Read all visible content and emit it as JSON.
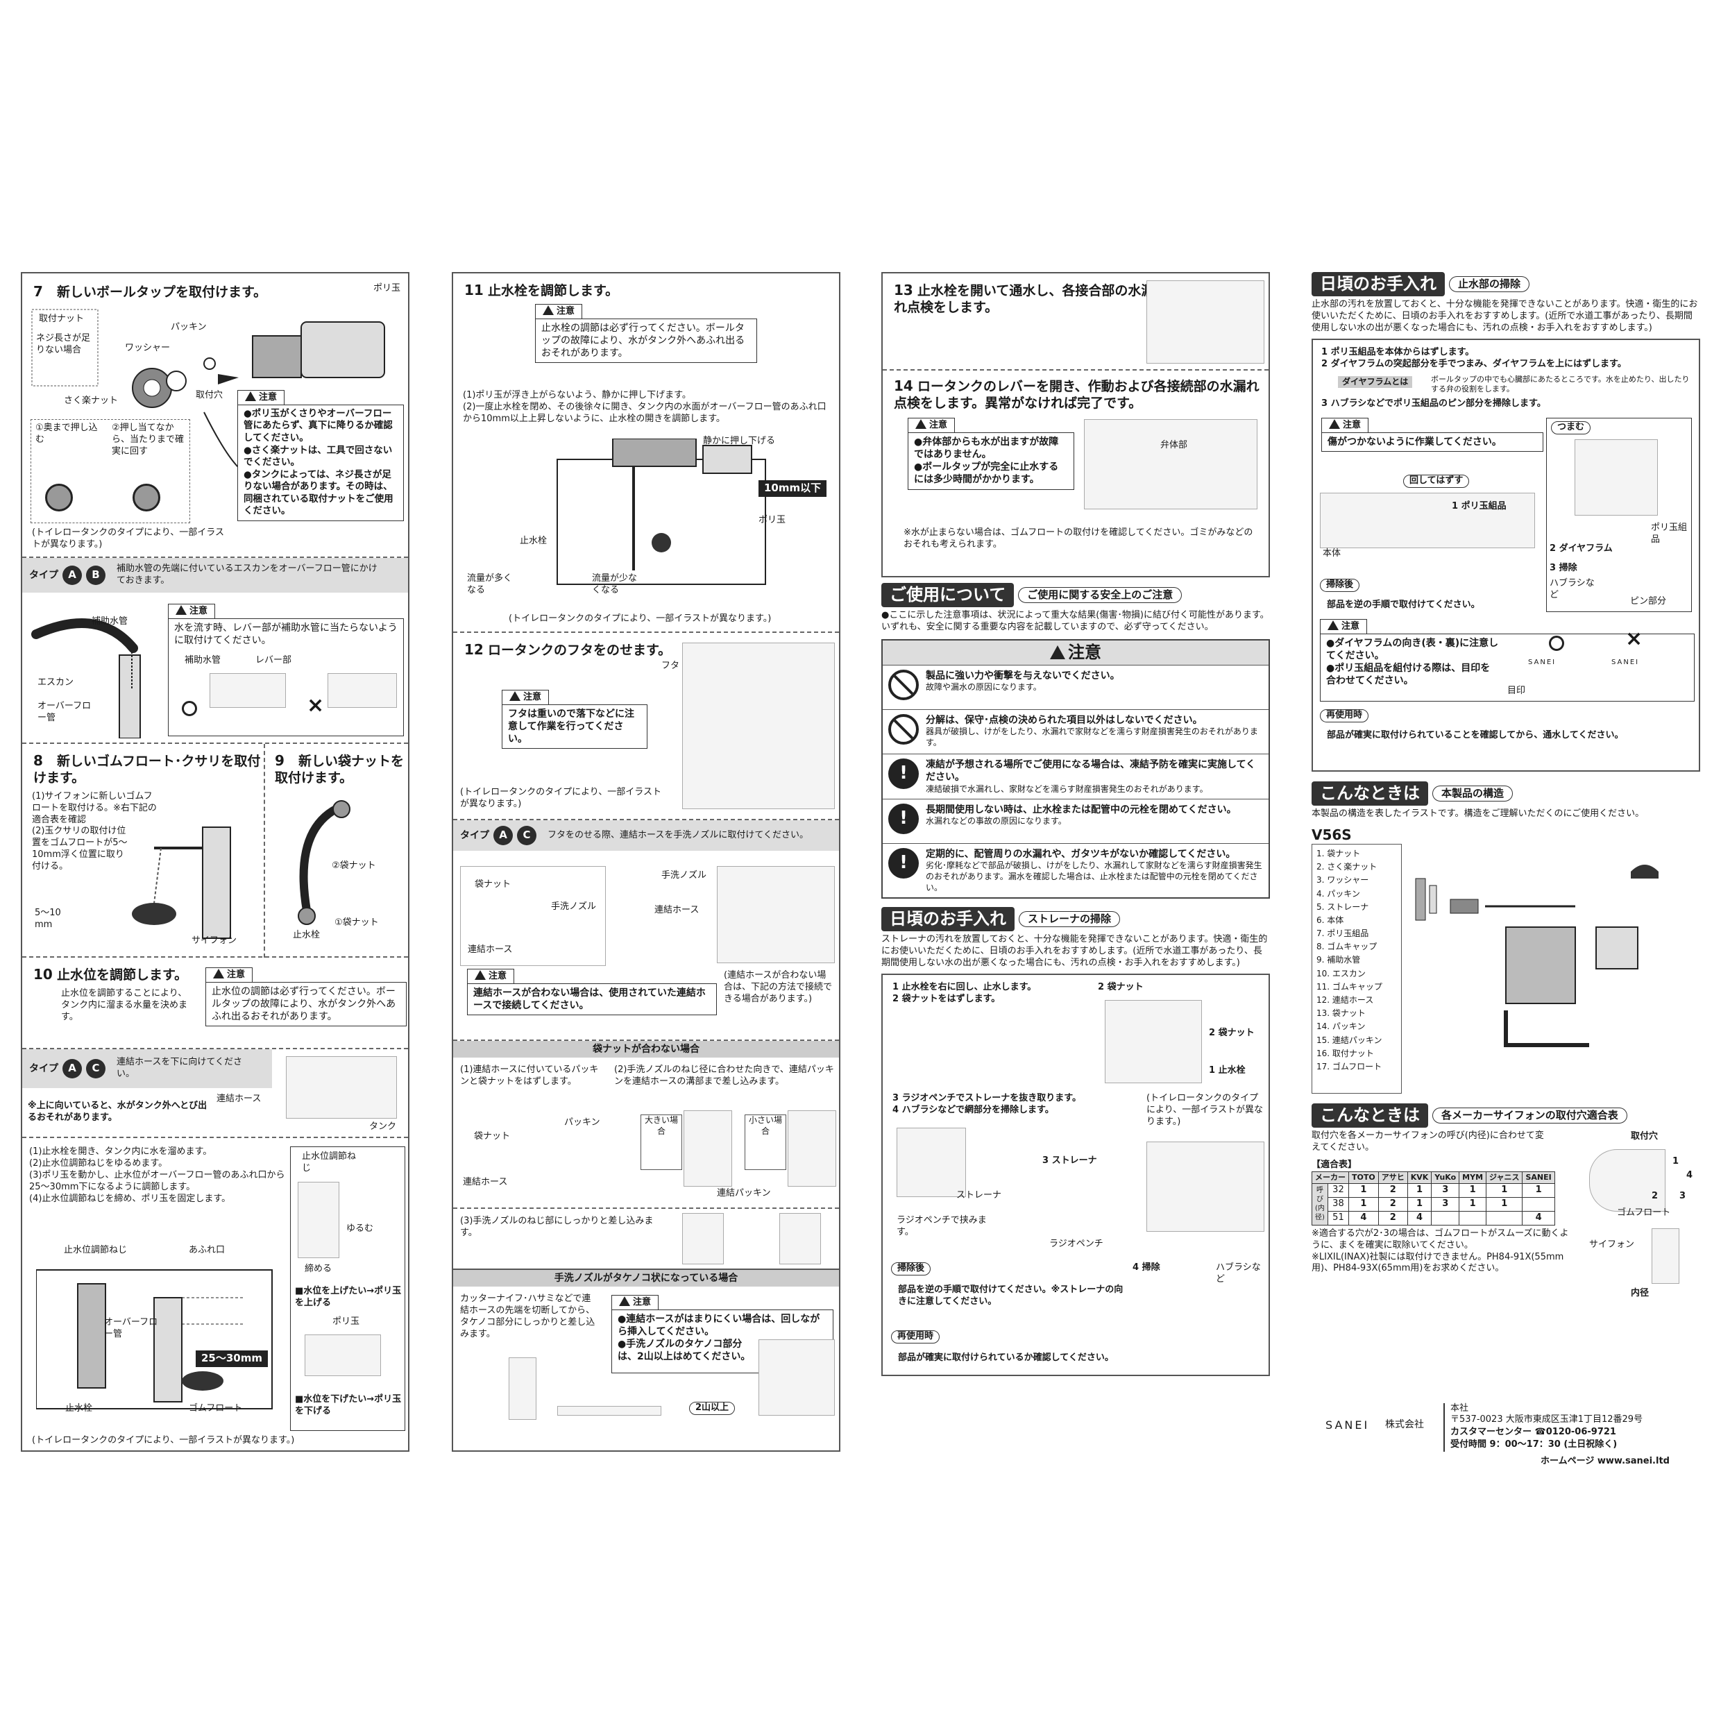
{
  "col1": {
    "s7": {
      "num": "7",
      "title": "新しいボールタップを取付けます。",
      "labels": [
        "取付ナット",
        "ネジ長さが足りない場合",
        "さく楽ナット",
        "パッキン",
        "ワッシャー",
        "取付穴",
        "ポリ玉"
      ],
      "step1": "①奥まで押し込む",
      "step2": "②押し当てなから、当たりまで確実に回す",
      "note_head": "注意",
      "note_lines": [
        "●ポリ玉がくさりやオーバーフロー管にあたらず、真下に降りるか確認してください。",
        "●さく楽ナットは、工具で回さないでください。",
        "●タンクによっては、ネジ長さが足りない場合があります。その時は、同梱されている取付ナットをご使用ください。"
      ],
      "footnote": "(トイレロータンクのタイプにより、一部イラストが異なります。)"
    },
    "typeAB": {
      "label": "タイプ",
      "b1": "A",
      "b2": "B",
      "text": "補助水管の先端に付いているエスカンをオーバーフロー管にかけておきます。",
      "note_head": "注意",
      "note": "水を流す時、レバー部が補助水管に当たらないように取付けてください。",
      "labels": [
        "補助水管",
        "エスカン",
        "オーバーフロー管",
        "補助水管",
        "レバー部"
      ]
    },
    "s8": {
      "num": "8",
      "title": "新しいゴムフロート･クサリを取付けます。",
      "lines": [
        "(1)サイフォンに新しいゴムフロートを取付ける。※右下記の適合表を確認",
        "(2)玉クサリの取付け位置をゴムフロートが5～10mm浮く位置に取り付ける。"
      ],
      "labels": [
        "5～10 mm",
        "サイフォン"
      ]
    },
    "s9": {
      "num": "9",
      "title": "新しい袋ナットを取付けます。",
      "labels": [
        "②袋ナット",
        "止水栓",
        "①袋ナット"
      ]
    },
    "s10": {
      "num": "10",
      "title": "止水位を調節します。",
      "text": "止水位を調節することにより、タンク内に溜まる水量を決めます。",
      "note_head": "注意",
      "note": "止水位の調節は必ず行ってください。ボールタップの故障により、水がタンク外へあふれ出るおそれがあります。"
    },
    "typeAC": {
      "label": "タイプ",
      "b1": "A",
      "b2": "C",
      "text": "連結ホースを下に向けてください。",
      "warn": "※上に向いていると、水がタンク外へとび出るおそれがあります。",
      "labels": [
        "連結ホース",
        "タンク"
      ]
    },
    "s10b": {
      "lines": [
        "(1)止水栓を開き、タンク内に水を溜めます。",
        "(2)止水位調節ねじをゆるめます。",
        "(3)ポリ玉を動かし、止水位がオーバーフロー管のあふれ口から25～30mm下になるように調節します。",
        "(4)止水位調節ねじを締め、ポリ玉を固定します。"
      ],
      "labels": [
        "止水位調節ねじ",
        "あふれ口",
        "オーバーフロー管",
        "25～30mm",
        "止水栓",
        "ゴムフロート",
        "止水位調節ねじ",
        "ゆるむ",
        "締める",
        "ポリ玉"
      ],
      "up": "■水位を上げたい→ポリ玉を上げる",
      "down": "■水位を下げたい→ポリ玉を下げる",
      "footnote": "(トイレロータンクのタイプにより、一部イラストが異なります。)"
    }
  },
  "col2": {
    "s11": {
      "num": "11",
      "title": "止水栓を調節します。",
      "note_head": "注意",
      "note": "止水栓の調節は必ず行ってください。ボールタップの故障により、水がタンク外へあふれ出るおそれがあります。",
      "lines": [
        "(1)ポリ玉が浮き上がらないよう、静かに押し下げます。",
        "(2)一度止水栓を閉め、その後徐々に開き、タンク内の水面がオーバーフロー管のあふれ口から10mm以上上昇しないように、止水栓の開きを調節します。"
      ],
      "labels": [
        "静かに押し下げる",
        "10mm以下",
        "ポリ玉",
        "止水栓",
        "流量が多くなる",
        "流量が少なくなる"
      ],
      "footnote": "(トイレロータンクのタイプにより、一部イラストが異なります。)"
    },
    "s12": {
      "num": "12",
      "title": "ロータンクのフタをのせます。",
      "note_head": "注意",
      "note": "フタは重いので落下などに注意して作業を行ってください。",
      "labels": [
        "フタ"
      ],
      "footnote": "(トイレロータンクのタイプにより、一部イラストが異なります。)"
    },
    "typeAC": {
      "label": "タイプ",
      "b1": "A",
      "b2": "C",
      "text": "フタをのせる際、連結ホースを手洗ノズルに取付けてください。",
      "labels": [
        "袋ナット",
        "手洗ノズル",
        "連結ホース",
        "手洗ノズル",
        "連結ホース"
      ],
      "note_head": "注意",
      "note": "連結ホースが合わない場合は、使用されていた連結ホースで接続してください。",
      "side": "(連結ホースが合わない場合は、下記の方法で接続できる場合があります。)"
    },
    "nut": {
      "bar": "袋ナットが合わない場合",
      "l1": "(1)連結ホースに付いているパッキンと袋ナットをはずします。",
      "l2": "(2)手洗ノズルのねじ径に合わせた向きで、連結パッキンを連結ホースの溝部まで差し込みます。",
      "labels": [
        "パッキン",
        "袋ナット",
        "連結ホース",
        "大きい場合",
        "小さい場合",
        "連結パッキン"
      ],
      "l3": "(3)手洗ノズルのねじ部にしっかりと差し込みます。"
    },
    "bamboo": {
      "bar": "手洗ノズルがタケノコ状になっている場合",
      "text": "カッターナイフ･ハサミなどで連結ホースの先端を切断してから、タケノコ部分にしっかりと差し込みます。",
      "note_head": "注意",
      "note": [
        "●連結ホースがはまりにくい場合は、回しながら挿入してください。",
        "●手洗ノズルのタケノコ部分は、2山以上はめてください。"
      ],
      "label": "2山以上"
    }
  },
  "col3": {
    "s13": {
      "num": "13",
      "title": "止水栓を開いて通水し、各接合部の水漏れ点検をします。"
    },
    "s14": {
      "num": "14",
      "title": "ロータンクのレバーを開き、作動および各接続部の水漏れ点検をします。異常がなければ完了です。",
      "note_head": "注意",
      "note": [
        "●弁体部からも水が出ますが故障ではありません。",
        "●ボールタップが完全に止水するには多少時間がかかります。"
      ],
      "label": "弁体部",
      "foot": "※水が止まらない場合は、ゴムフロートの取付けを確認してください。ゴミがみなどのおそれも考えられます。"
    },
    "usage": {
      "main": "ご使用について",
      "sub": "ご使用に関する安全上のご注意",
      "text": "●ここに示した注意事項は、状況によって重大な結果(傷害･物損)に結び付く可能性があります。いずれも、安全に関する重要な内容を記載していますので、必ず守ってください。",
      "caution_title": "注意",
      "rows": [
        {
          "t": "製品に強い力や衝撃を与えないでください。",
          "s": "故障や漏水の原因になります。"
        },
        {
          "t": "分解は、保守･点検の決められた項目以外はしないでください。",
          "s": "器具が破損し、けがをしたり、水漏れで家財などを濡らす財産損害発生のおそれがあります。"
        },
        {
          "t": "凍結が予想される場所でご使用になる場合は、凍結予防を確実に実施してください。",
          "s": "凍結破損で水漏れし、家財などを濡らす財産損害発生のおそれがあります。"
        },
        {
          "t": "長期間使用しない時は、止水栓または配管中の元栓を閉めてください。",
          "s": "水漏れなどの事故の原因になります。"
        },
        {
          "t": "定期的に、配管周りの水漏れや、ガタツキがないか確認してください。",
          "s": "劣化･摩耗などで部品が破損し、けがをしたり、水漏れして家財などを濡らす財産損害発生のおそれがあります。漏水を確認した場合は、止水栓または配管中の元栓を閉めてください。"
        }
      ]
    },
    "strainer": {
      "main": "日頃のお手入れ",
      "sub": "ストレーナの掃除",
      "text": "ストレーナの汚れを放置しておくと、十分な機能を発揮できないことがあります。快適・衛生的にお使いいただくために、日頃のお手入れをおすすめします。(近所で水道工事があったり、長期間使用しない水の出が悪くなった場合にも、汚れの点検・お手入れをおすすめします。)",
      "steps": [
        "1 止水栓を右に回し、止水します。",
        "2 袋ナットをはずします。",
        "3 ラジオペンチでストレーナを抜き取ります。",
        "4 ハブラシなどで網部分を掃除します。"
      ],
      "labels": [
        "2 袋ナット",
        "2 袋ナット",
        "1 止水栓",
        "(トイレロータンクのタイプにより、一部イラストが異なります。)",
        "3 ストレーナ",
        "ストレーナ",
        "ラジオペンチで挟みます。",
        "ラジオペンチ",
        "4 掃除",
        "ハブラシなど"
      ],
      "after_h": "掃除後",
      "after": "部品を逆の手順で取付けてください。※ストレーナの向きに注意してください。",
      "reuse_h": "再使用時",
      "reuse": "部品が確実に取付けられているか確認してください。"
    }
  },
  "col4": {
    "care": {
      "main": "日頃のお手入れ",
      "sub": "止水部の掃除",
      "text": "止水部の汚れを放置しておくと、十分な機能を発揮できないことがあります。快適・衛生的にお使いいただくために、日頃のお手入れをおすすめします。(近所で水道工事があったり、長期間使用しない水の出が悪くなった場合にも、汚れの点検・お手入れをおすすめします。)",
      "steps": [
        "1 ポリ玉組品を本体からはずします。",
        "2 ダイヤフラムの突起部分を手でつまみ、ダイヤフラムを上にはずします。",
        "3 ハブラシなどでポリ玉組品のピン部分を掃除します。"
      ],
      "diaphragm_h": "ダイヤフラムとは",
      "diaphragm": "ボールタップの中でも心臓部にあたるところです。水を止めたり、出したりする弁の役割をします。",
      "note_head": "注意",
      "note": "傷がつかないように作業してください。",
      "labels": [
        "つまむ",
        "回してはずす",
        "ポリ玉組品",
        "本体",
        "1 ポリ玉組品",
        "2 ダイヤフラム",
        "3 掃除",
        "ハブラシなど",
        "ピン部分"
      ],
      "after_h": "掃除後",
      "after": "部品を逆の手順で取付けてください。",
      "note2_head": "注意",
      "note2": [
        "●ダイヤフラムの向き(表・裏)に注意してください。",
        "●ポリ玉組品を組付ける際は、目印を合わせてください。"
      ],
      "mark": "目印",
      "sanei": "SANEI",
      "reuse_h": "再使用時",
      "reuse": "部品が確実に取付けられていることを確認してから、通水してください。"
    },
    "structure": {
      "main": "こんなときは",
      "sub": "本製品の構造",
      "text": "本製品の構造を表したイラストです。構造をご理解いただくのにご使用ください。",
      "model": "V56S",
      "parts": [
        "1. 袋ナット",
        "2. さく楽ナット",
        "3. ワッシャー",
        "4. パッキン",
        "5. ストレーナ",
        "6. 本体",
        "7. ポリ玉組品",
        "8. ゴムキャップ",
        "9. 補助水管",
        "10. エスカン",
        "11. ゴムキャップ",
        "12. 連結ホース",
        "13. 袋ナット",
        "14. パッキン",
        "15. 連結パッキン",
        "16. 取付ナット",
        "17. ゴムフロート"
      ]
    },
    "siphon": {
      "main": "こんなときは",
      "sub": "各メーカーサイフォンの取付穴適合表",
      "text": "取付穴を各メーカーサイフォンの呼び(内径)に合わせて変えてください。",
      "table_title": "【適合表】",
      "headers": [
        "メーカー",
        "TOTO",
        "アサヒ",
        "KVK",
        "YuKo",
        "MYM",
        "ジャニス",
        "SANEI"
      ],
      "row_head": "呼び(内径)",
      "rows": [
        [
          "32",
          "1",
          "2",
          "1",
          "3",
          "1",
          "1",
          "1"
        ],
        [
          "38",
          "1",
          "2",
          "1",
          "3",
          "1",
          "1",
          ""
        ],
        [
          "51",
          "4",
          "2",
          "4",
          "",
          "",
          "",
          "4"
        ]
      ],
      "notes": [
        "※適合する穴が2･3の場合は、ゴムフロートがスムーズに動くように、まくを確実に取除いてください。",
        "※LIXIL(INAX)社製には取付けできません。PH84-91X(55mm用)、PH84-93X(65mm用)をお求めください。"
      ],
      "labels": [
        "取付穴",
        "1",
        "4",
        "2",
        "3",
        "ゴムフロート",
        "サイフォン",
        "内径"
      ]
    },
    "company": {
      "logo": "SANEI",
      "name": "株式会社",
      "hq": "本社",
      "addr": "〒537-0023 大阪市東成区玉津1丁目12番29号",
      "cs": "カスタマーセンター ☎0120-06-9721",
      "hours": "受付時間 9：00～17：30 (土日祝除く)",
      "web": "ホームページ www.sanei.ltd"
    }
  }
}
